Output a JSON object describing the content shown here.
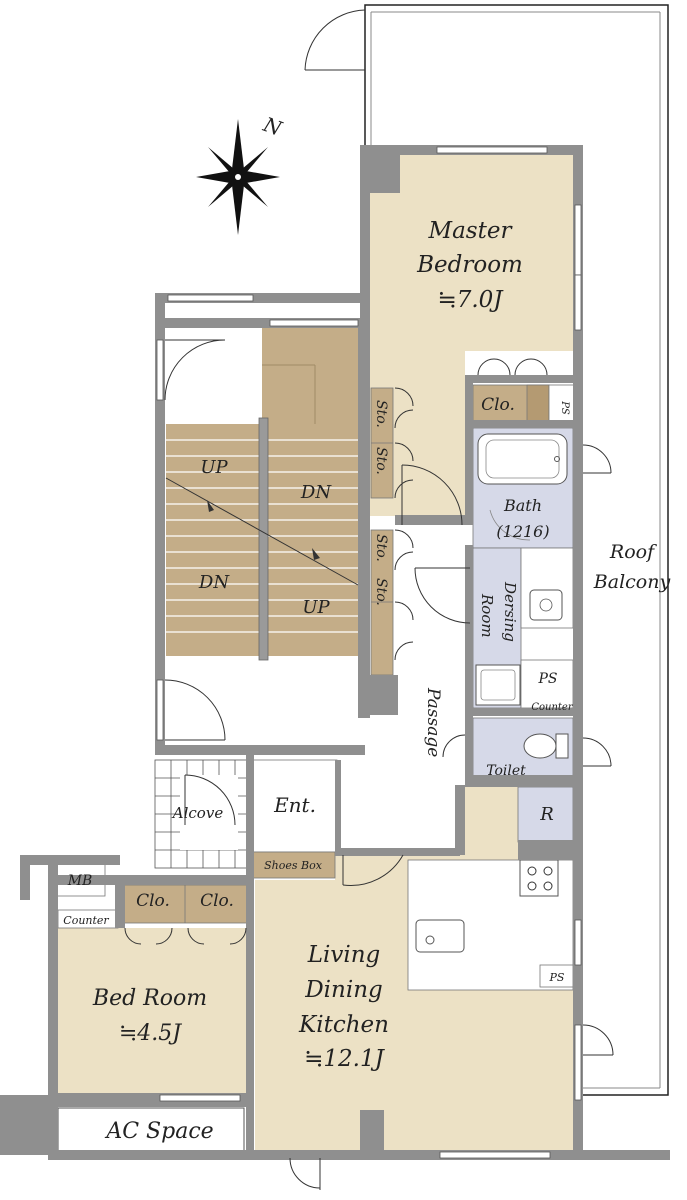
{
  "compass": {
    "north_label": "N"
  },
  "rooms": {
    "master_bedroom": {
      "line1": "Master",
      "line2": "Bedroom",
      "size": "≒7.0J"
    },
    "bed_room": {
      "line1": "Bed Room",
      "size": "≒4.5J"
    },
    "ldk": {
      "line1": "Living",
      "line2": "Dining",
      "line3": "Kitchen",
      "size": "≒12.1J"
    },
    "bath": {
      "line1": "Bath",
      "line2": "(1216)"
    },
    "dressing": {
      "line1": "Dersing",
      "line2": "Room"
    },
    "toilet": "Toilet",
    "roof_balcony": {
      "line1": "Roof",
      "line2": "Balcony"
    },
    "passage": "Passage",
    "entrance": "Ent.",
    "shoes_box": "Shoes Box",
    "alcove": "Alcove",
    "ac_space": "AC Space",
    "mb": "MB",
    "counter_bed": "Counter",
    "counter_wash": "Counter",
    "clo_master": "Clo.",
    "clo_bed_1": "Clo.",
    "clo_bed_2": "Clo.",
    "sto_1": "Sto.",
    "sto_2": "Sto.",
    "sto_3": "Sto.",
    "sto_4": "Sto.",
    "ps_top": "PS",
    "ps_mid": "PS",
    "ps_kitchen": "PS",
    "fridge": "R"
  },
  "stairs": {
    "up_1": "UP",
    "dn_1": "DN",
    "dn_2": "DN",
    "up_2": "UP"
  },
  "colors": {
    "wall": "#8f8f8f",
    "floor_beige": "#ece1c5",
    "storage": "#c4ad88",
    "stair": "#c4ad88",
    "wet_room": "#d6d9e8"
  }
}
